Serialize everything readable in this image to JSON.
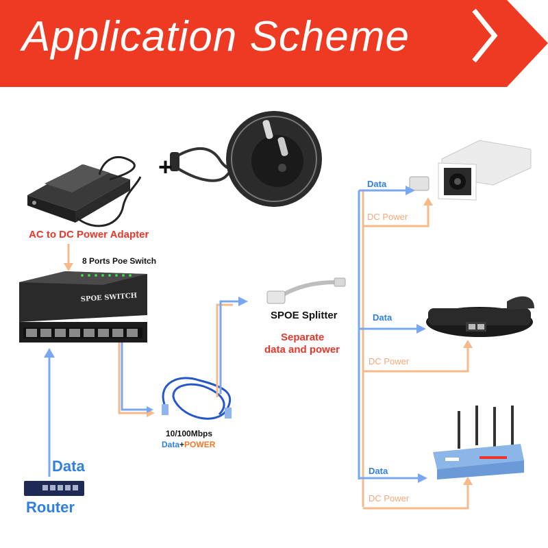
{
  "banner": {
    "title": "Application Scheme",
    "color": "#ee3a22"
  },
  "devices": {
    "adapter_label": "AC to DC Power Adapter",
    "plus_sign": "+",
    "switch_label": "8 Ports Poe Switch",
    "switch_brand": "SPOE SWITCH",
    "splitter_label": "SPOE Splitter",
    "splitter_desc_1": "Separate",
    "splitter_desc_2": "data and power",
    "cable_speed": "10/100Mbps",
    "cable_data": "Data",
    "cable_plus": "+",
    "cable_power": "POWER",
    "router_data": "Data",
    "router_label": "Router"
  },
  "outputs": [
    {
      "data_label": "Data",
      "power_label": "DC Power",
      "device_icon": "camera-icon"
    },
    {
      "data_label": "Data",
      "power_label": "DC Power",
      "device_icon": "phone-icon"
    },
    {
      "data_label": "Data",
      "power_label": "DC Power",
      "device_icon": "wifi-router-icon"
    }
  ],
  "colors": {
    "data_line": "#7aa8f0",
    "power_line": "#f5b98a",
    "accent_red": "#e8372a",
    "accent_blue": "#2f7fe0"
  }
}
